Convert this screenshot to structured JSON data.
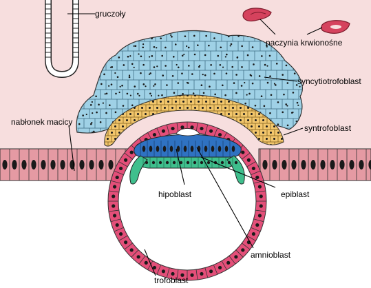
{
  "labels": {
    "glands": "gruczoły",
    "blood_vessels": "naczynia krwionośne",
    "syncytiotrophoblast": "syncytiotrofoblast",
    "uterine_epithelium": "nabłonek macicy",
    "syntrophoblast": "syntrofoblast",
    "hypoblast": "hipoblast",
    "epiblast": "epiblast",
    "amnioblast": "amnioblast",
    "trophoblast": "trofoblast"
  },
  "colors": {
    "background": "#f7dede",
    "epithelium": "#e59aa3",
    "nucleus": "#1a1a1a",
    "syncytio": "#9fd1e6",
    "syntro": "#f2c66c",
    "tropho_ring": "#e34f79",
    "epiblast": "#2f72c2",
    "hypoblast": "#3fbf8d",
    "cavity": "#ffffff"
  }
}
